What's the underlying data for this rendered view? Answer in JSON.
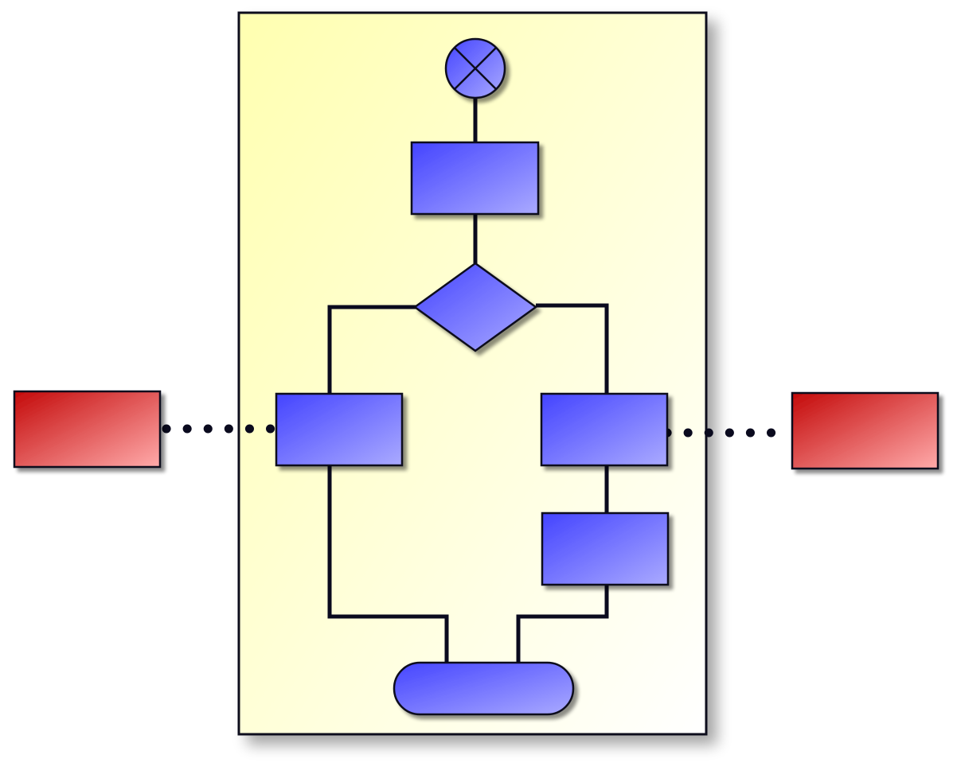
{
  "diagram": {
    "type": "flowchart",
    "colors": {
      "background": "#ffffff",
      "swimlane_fill_start": "#ffffb0",
      "swimlane_fill_end": "#ffffff",
      "swimlane_border": "#0a0a1e",
      "node_fill_start": "#4444ff",
      "node_fill_end": "#aaaaff",
      "external_fill_start": "#c40a0a",
      "external_fill_end": "#ffaaaa",
      "connector": "#0a0a1e",
      "dotted_connector": "#0a0a1e"
    },
    "nodes": [
      {
        "id": "start",
        "shape": "circle-x",
        "icon": "start-x-icon",
        "label": ""
      },
      {
        "id": "process-1",
        "shape": "rectangle",
        "label": ""
      },
      {
        "id": "decision",
        "shape": "diamond",
        "label": ""
      },
      {
        "id": "process-left",
        "shape": "rectangle",
        "label": ""
      },
      {
        "id": "process-right",
        "shape": "rectangle",
        "label": ""
      },
      {
        "id": "process-right-2",
        "shape": "rectangle",
        "label": ""
      },
      {
        "id": "end",
        "shape": "terminator",
        "label": ""
      },
      {
        "id": "external-left",
        "shape": "rectangle",
        "style": "external",
        "label": ""
      },
      {
        "id": "external-right",
        "shape": "rectangle",
        "style": "external",
        "label": ""
      }
    ],
    "edges": [
      {
        "from": "start",
        "to": "process-1",
        "style": "solid"
      },
      {
        "from": "process-1",
        "to": "decision",
        "style": "solid"
      },
      {
        "from": "decision",
        "to": "process-left",
        "style": "solid"
      },
      {
        "from": "decision",
        "to": "process-right",
        "style": "solid"
      },
      {
        "from": "process-right",
        "to": "process-right-2",
        "style": "solid"
      },
      {
        "from": "process-left",
        "to": "end",
        "style": "solid"
      },
      {
        "from": "process-right-2",
        "to": "end",
        "style": "solid"
      },
      {
        "from": "external-left",
        "to": "process-left",
        "style": "dotted"
      },
      {
        "from": "process-right",
        "to": "external-right",
        "style": "dotted"
      }
    ]
  }
}
